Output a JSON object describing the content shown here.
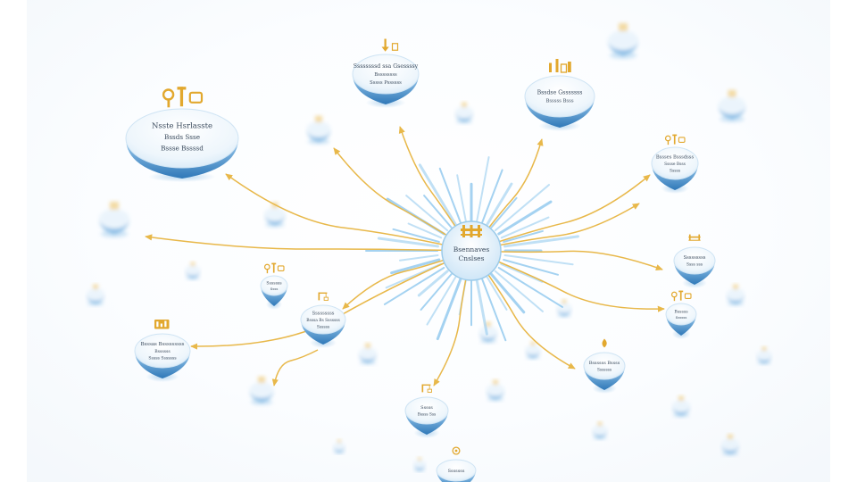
{
  "colors": {
    "connector": "#e8b84a",
    "burst": "#8fc8ee",
    "node_fill": "#eef6fc",
    "node_rim": "#4a94cc",
    "icon": "#e2a82e",
    "text": "#3a4a5c"
  },
  "hub": {
    "icon": "bridge-icon",
    "line1": "Bsennaves",
    "line2": "Cnslses"
  },
  "nodes": [
    {
      "id": "top-left-large",
      "icon": "tools-icon",
      "lines": [
        "Nsste Hsrlasste",
        "Bssds Ssse",
        "Bssse Bssssd"
      ]
    },
    {
      "id": "top-center",
      "icon": "arrow-down-icon",
      "lines": [
        "Ssssssssd ssa Gsessssy",
        "Bssssssss",
        "Sssss Pssssss"
      ]
    },
    {
      "id": "top-right",
      "icon": "factory-icon",
      "lines": [
        "Bssdse Gsssssss",
        "Bsssss Bsss"
      ]
    },
    {
      "id": "right-upper",
      "icon": "tools-icon",
      "lines": [
        "Bssses Bsssdsss",
        "Sssse Bsss",
        "Sssss"
      ]
    },
    {
      "id": "right-middle",
      "icon": "bridge-icon",
      "lines": [
        "Sssssssss",
        "Ssss sss"
      ]
    },
    {
      "id": "right-lower",
      "icon": "tools-icon",
      "lines": [
        "Bsssss",
        "Ssssss"
      ]
    },
    {
      "id": "bottom-right",
      "icon": "flame-icon",
      "lines": [
        "Bssssss Bssss",
        "Sssssss"
      ]
    },
    {
      "id": "bottom-center",
      "icon": "crane-icon",
      "lines": [
        "Sssss",
        "Bssss Sss"
      ]
    },
    {
      "id": "bottom-edge",
      "icon": "gear-icon",
      "lines": [
        "Sssssss"
      ]
    },
    {
      "id": "left-lower",
      "icon": "chart-icon",
      "lines": [
        "Bsssas Bsssssssss",
        "Bssssss",
        "Sssss Sssssss"
      ]
    },
    {
      "id": "center-lower",
      "icon": "crane-icon",
      "lines": [
        "Sssssssss",
        "Bsssa Bs Sssssss",
        "Ssssss"
      ]
    },
    {
      "id": "left-middle",
      "icon": "tools-icon",
      "lines": [
        "Sssssss",
        "Ssss"
      ]
    }
  ],
  "blurred_nodes": [
    {
      "icon": "building-icon"
    },
    {
      "icon": "building-icon"
    },
    {
      "icon": "building-icon"
    },
    {
      "icon": "building-icon"
    },
    {
      "icon": "building-icon"
    },
    {
      "icon": "building-icon"
    },
    {
      "icon": "building-icon"
    },
    {
      "icon": "building-icon"
    },
    {
      "icon": "building-icon"
    },
    {
      "icon": "building-icon"
    },
    {
      "icon": "building-icon"
    },
    {
      "icon": "building-icon"
    },
    {
      "icon": "building-icon"
    },
    {
      "icon": "building-icon"
    },
    {
      "icon": "building-icon"
    },
    {
      "icon": "building-icon"
    },
    {
      "icon": "building-icon"
    },
    {
      "icon": "building-icon"
    },
    {
      "icon": "building-icon"
    },
    {
      "icon": "building-icon"
    },
    {
      "icon": "building-icon"
    }
  ]
}
